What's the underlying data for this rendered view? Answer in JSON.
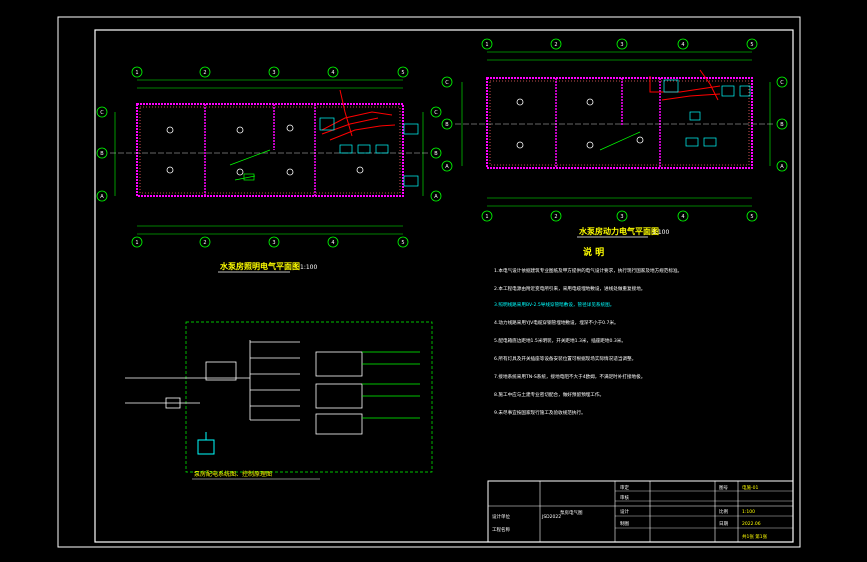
{
  "drawing": {
    "plan_left_title": "水泵房照明电气平面图",
    "plan_left_scale": "1:100",
    "plan_right_title": "水泵房动力电气平面图",
    "plan_right_scale": "1:100",
    "system_caption": "泵房配电系统图、控制原理图",
    "notes_title": "说 明",
    "notes": [
      "1.本电气设计依据建筑专业图纸及甲方提供的电气设计要求，执行现行国家及地方规范标准。",
      "2.本工程电源由附近变电所引来，采用电缆埋地敷设，进线处做重复接地。",
      "3.照明线路采用BV-2.5导线穿管暗敷设，管径详见系统图。",
      "4.动力线路采用YJV电缆穿钢管埋地敷设，埋深不小于0.7米。",
      "5.配电箱底边距地1.5米明装，开关距地1.3米，插座距地0.3米。",
      "6.所有灯具及开关插座等设备安装位置可根据现场实际情况适当调整。",
      "7.接地系统采用TN-S系统，接地电阻不大于4欧姆，不满足时补打接地极。",
      "8.施工中应与土建专业密切配合，做好预留预埋工作。",
      "9.未尽事宜按国家现行施工及验收规范执行。"
    ]
  },
  "title_block": {
    "left_rows": [
      "设计单位",
      "工程名称"
    ],
    "project_code": "JSD2022",
    "drawing_name": "泵房电气图",
    "col_labels": [
      "审定",
      "审核",
      "设计",
      "制图"
    ],
    "right_labels": [
      "图号",
      "比例",
      "日期"
    ],
    "right_values": [
      "电施-01",
      "1:100",
      "2022.06",
      "共1张 第1张"
    ]
  }
}
